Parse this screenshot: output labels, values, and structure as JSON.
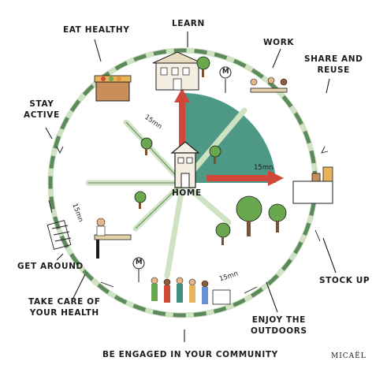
{
  "center_label": "HOME",
  "labels": {
    "learn": "LEARN",
    "eat_healthy": "EAT HEALTHY",
    "work": "WORK",
    "share_line1": "SHARE AND",
    "share_line2": "REUSE",
    "stay_line1": "STAY",
    "stay_line2": "ACTIVE",
    "get_around": "GET AROUND",
    "health_line1": "TAKE CARE OF",
    "health_line2": "YOUR HEALTH",
    "stock_up": "STOCK UP",
    "outdoors_line1": "ENJOY THE",
    "outdoors_line2": "OUTDOORS",
    "community": "BE ENGAGED IN YOUR COMMUNITY"
  },
  "distance_labels": {
    "north": "15mn",
    "east": "15mn",
    "west": "15mn",
    "south": "15mn"
  },
  "signature": "MICAËL",
  "colors": {
    "sector": "#3f8f7c",
    "ring_light": "#cfe2c4",
    "ring_dark": "#5d8a5c",
    "arrow": "#d1473a",
    "ink": "#1c1c1c",
    "house": "#f4efe2"
  },
  "icons": {
    "metro_sign": "M"
  }
}
